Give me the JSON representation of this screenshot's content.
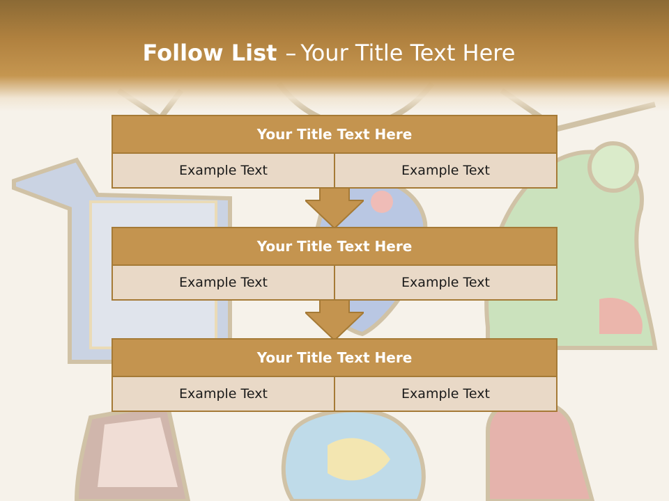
{
  "slide": {
    "title_bold": "Follow List",
    "title_dash": "–",
    "title_rest": "Your Title Text Here"
  },
  "blocks": [
    {
      "title": "Your Title Text Here",
      "cells": [
        "Example Text",
        "Example Text"
      ]
    },
    {
      "title": "Your Title Text Here",
      "cells": [
        "Example Text",
        "Example Text"
      ]
    },
    {
      "title": "Your Title Text Here",
      "cells": [
        "Example Text",
        "Example Text"
      ]
    }
  ],
  "colors": {
    "header": "#b0813f",
    "block_title_fill": "#c4944f",
    "cell_fill": "#e9d9c7",
    "border": "#a57a36",
    "arrow": "#c4944f"
  }
}
